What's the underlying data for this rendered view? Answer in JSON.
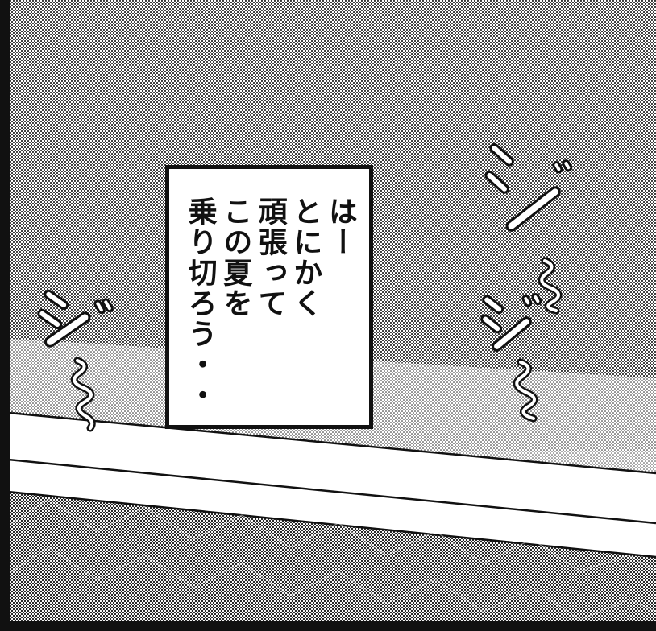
{
  "panel": {
    "colors": {
      "ink": "#111111",
      "paper": "#ffffff",
      "sky_tone": "#9a9a9a",
      "ground_tone": "#8c8c8c"
    },
    "narration": {
      "lines": [
        "はー",
        "とにかく",
        "頑張って",
        "この夏を",
        "乗り切ろう・・"
      ]
    },
    "sound_effects": {
      "left": "ジ〜",
      "right_top": "ジ〜",
      "right_bottom": "ジ〜"
    }
  }
}
